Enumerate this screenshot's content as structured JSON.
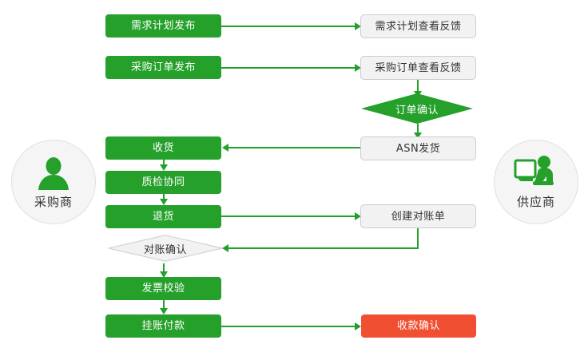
{
  "diagram": {
    "type": "flowchart",
    "title": "",
    "colors": {
      "green": "#25a02b",
      "red": "#f04f32",
      "grey_fill": "#f2f2f2",
      "grey_border": "#cccccc",
      "connector": "#22a02a",
      "circle_fill": "#f5f5f5"
    },
    "actors": [
      {
        "id": "buyer",
        "label": "采购商",
        "icon": "person-icon",
        "side": "left"
      },
      {
        "id": "supplier",
        "label": "供应商",
        "icon": "person-at-computer-icon",
        "side": "right"
      }
    ],
    "nodes": [
      {
        "id": "n1",
        "label": "需求计划发布",
        "shape": "rect",
        "style": "green",
        "lane": "buyer"
      },
      {
        "id": "n2",
        "label": "需求计划查看反馈",
        "shape": "rect",
        "style": "grey",
        "lane": "supplier"
      },
      {
        "id": "n3",
        "label": "采购订单发布",
        "shape": "rect",
        "style": "green",
        "lane": "buyer"
      },
      {
        "id": "n4",
        "label": "采购订单查看反馈",
        "shape": "rect",
        "style": "grey",
        "lane": "supplier"
      },
      {
        "id": "n5",
        "label": "订单确认",
        "shape": "diamond",
        "style": "green",
        "lane": "supplier"
      },
      {
        "id": "n6",
        "label": "ASN发货",
        "shape": "rect",
        "style": "grey",
        "lane": "supplier"
      },
      {
        "id": "n7",
        "label": "收货",
        "shape": "rect",
        "style": "green",
        "lane": "buyer"
      },
      {
        "id": "n8",
        "label": "质检协同",
        "shape": "rect",
        "style": "green",
        "lane": "buyer"
      },
      {
        "id": "n9",
        "label": "退货",
        "shape": "rect",
        "style": "green",
        "lane": "buyer"
      },
      {
        "id": "n10",
        "label": "创建对账单",
        "shape": "rect",
        "style": "grey",
        "lane": "supplier"
      },
      {
        "id": "n11",
        "label": "对账确认",
        "shape": "diamond",
        "style": "grey",
        "lane": "buyer"
      },
      {
        "id": "n12",
        "label": "发票校验",
        "shape": "rect",
        "style": "green",
        "lane": "buyer"
      },
      {
        "id": "n13",
        "label": "挂账付款",
        "shape": "rect",
        "style": "green",
        "lane": "buyer"
      },
      {
        "id": "n14",
        "label": "收款确认",
        "shape": "rect",
        "style": "red",
        "lane": "supplier"
      }
    ],
    "edges": [
      {
        "from": "n1",
        "to": "n2",
        "direction": "right"
      },
      {
        "from": "n3",
        "to": "n4",
        "direction": "right"
      },
      {
        "from": "n4",
        "to": "n5",
        "direction": "down"
      },
      {
        "from": "n5",
        "to": "n6",
        "direction": "down"
      },
      {
        "from": "n6",
        "to": "n7",
        "direction": "left"
      },
      {
        "from": "n7",
        "to": "n8",
        "direction": "down"
      },
      {
        "from": "n8",
        "to": "n9",
        "direction": "down"
      },
      {
        "from": "n9",
        "to": "n10",
        "direction": "right"
      },
      {
        "from": "n10",
        "to": "n11",
        "direction": "left"
      },
      {
        "from": "n11",
        "to": "n12",
        "direction": "down"
      },
      {
        "from": "n12",
        "to": "n13",
        "direction": "down"
      },
      {
        "from": "n13",
        "to": "n14",
        "direction": "right"
      }
    ]
  }
}
